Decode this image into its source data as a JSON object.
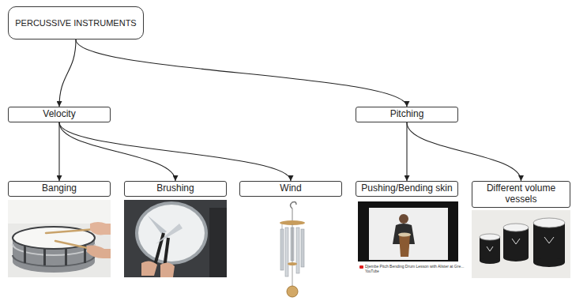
{
  "diagram": {
    "nodes": [
      {
        "text": [
          "PERCUSSIVE INSTRUMENTS"
        ]
      },
      {
        "text": [
          "Velocity"
        ]
      },
      {
        "text": [
          "Pitching"
        ]
      },
      {
        "text": [
          "Banging"
        ]
      },
      {
        "text": [
          "Brushing"
        ]
      },
      {
        "text": [
          "Wind"
        ]
      },
      {
        "text": [
          "Pushing/Bending skin"
        ]
      },
      {
        "text": [
          "Different volume vessels"
        ]
      }
    ],
    "edges": [
      {
        "from": 0,
        "to": 1,
        "arrow": "to"
      },
      {
        "from": 0,
        "to": 2,
        "arrow": "to"
      },
      {
        "from": 1,
        "to": 3,
        "arrow": "to"
      },
      {
        "from": 1,
        "to": 4,
        "arrow": "to"
      },
      {
        "from": 1,
        "to": 5,
        "arrow": "to"
      },
      {
        "from": 2,
        "to": 6,
        "arrow": "to"
      },
      {
        "from": 2,
        "to": 7,
        "arrow": "to"
      }
    ],
    "labels": [
      "Djembe Pitch Bending Drum Lesson with Alister at Gre...",
      "YouTube"
    ]
  }
}
